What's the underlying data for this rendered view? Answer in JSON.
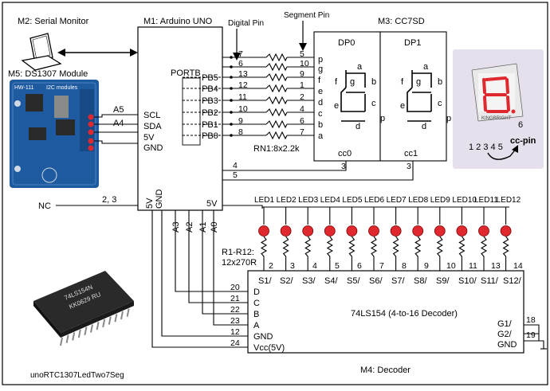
{
  "modules": {
    "m2": {
      "label": "M2: Serial Monitor"
    },
    "m5": {
      "label": "M5: DS1307 Module",
      "board_text": [
        "HW-111",
        "I2C modules"
      ],
      "pins": [
        "SCL",
        "SDA",
        "5V",
        "GND"
      ],
      "wires": [
        "A5",
        "A4"
      ]
    },
    "m1": {
      "label": "M1: Arduino UNO",
      "portb": "PORTB",
      "pb_labels": [
        "PB5",
        "PB4",
        "PB3",
        "PB2",
        "PB1",
        "PB0"
      ],
      "bottom": [
        "5V",
        "GND",
        "5V"
      ],
      "analog": [
        "A3",
        "A2",
        "A1",
        "A0"
      ],
      "nc": "NC",
      "nc_pins": "2, 3"
    },
    "m3": {
      "label": "M3: CC7SD",
      "digits": [
        "DP0",
        "DP1"
      ],
      "seg_letters": [
        "p",
        "g",
        "f",
        "e",
        "d",
        "c",
        "b",
        "a"
      ],
      "cc": [
        "cc0",
        "cc1"
      ],
      "cc_pins": [
        "3",
        "3"
      ],
      "seg_labels": [
        "a",
        "b",
        "c",
        "d",
        "e",
        "f",
        "g",
        "p"
      ]
    },
    "m4": {
      "label": "M4: Decoder",
      "title": "74LS154 (4-to-16 Decoder)",
      "inputs": [
        "D",
        "C",
        "B",
        "A",
        "GND",
        "Vcc(5V)"
      ],
      "input_pins": [
        "20",
        "21",
        "22",
        "23",
        "12",
        "24"
      ],
      "outputs": [
        "S1/",
        "S2/",
        "S3/",
        "S4/",
        "S5/",
        "S6/",
        "S7/",
        "S8/",
        "S9/",
        "S10/",
        "S11/",
        "S12/"
      ],
      "output_pins": [
        "2",
        "3",
        "4",
        "5",
        "6",
        "7",
        "8",
        "9",
        "10",
        "11",
        "13",
        "14"
      ],
      "g_label": [
        "G1/",
        "G2/",
        "GND"
      ],
      "g_pins": [
        "18",
        "19"
      ]
    }
  },
  "headers": {
    "digital_pin": "Digital Pin",
    "segment_pin": "Segment Pin"
  },
  "digital_pins": [
    "7",
    "6",
    "13",
    "12",
    "11",
    "10",
    "9",
    "8"
  ],
  "segment_pins": [
    "5",
    "10",
    "9",
    "1",
    "2",
    "4",
    "6",
    "7"
  ],
  "resistor_net": "RN1:8x2.2k",
  "cc_pins_arduino": [
    "4",
    "5"
  ],
  "leds": [
    "LED1",
    "LED2",
    "LED3",
    "LED4",
    "LED5",
    "LED6",
    "LED7",
    "LED8",
    "LED9",
    "LED10",
    "LED11",
    "LED12"
  ],
  "resistors": {
    "line1": "R1-R12:",
    "line2": "12x270R"
  },
  "photo_7seg": {
    "label": "cc-pin",
    "bottom_pins": "1 2 3 4 5",
    "top_pin": "6"
  },
  "chip_photo": {
    "line1": "74LS154N",
    "line2": "KK0629 RU"
  },
  "caption": "unoRTC1307LedTwo7Seg",
  "colors": {
    "led": "#e0282f",
    "rtc_board": "#1d5aa0",
    "chip": "#222222",
    "display_bg": "#ffffff"
  }
}
